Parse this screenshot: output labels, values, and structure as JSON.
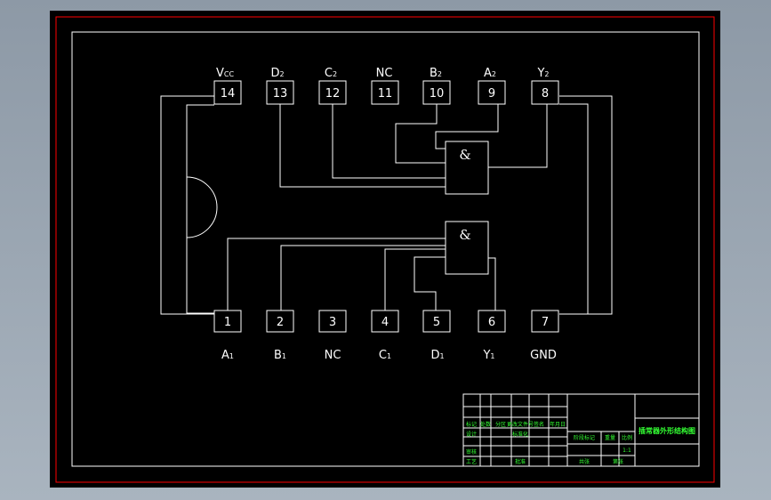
{
  "top_pins": [
    {
      "number": "14",
      "label": "V",
      "sub": "CC"
    },
    {
      "number": "13",
      "label": "D",
      "sub": "2"
    },
    {
      "number": "12",
      "label": "C",
      "sub": "2"
    },
    {
      "number": "11",
      "label": "NC",
      "sub": ""
    },
    {
      "number": "10",
      "label": "B",
      "sub": "2"
    },
    {
      "number": "9",
      "label": "A",
      "sub": "2"
    },
    {
      "number": "8",
      "label": "Y",
      "sub": "2"
    }
  ],
  "bottom_pins": [
    {
      "number": "1",
      "label": "A",
      "sub": "1"
    },
    {
      "number": "2",
      "label": "B",
      "sub": "1"
    },
    {
      "number": "3",
      "label": "NC",
      "sub": ""
    },
    {
      "number": "4",
      "label": "C",
      "sub": "1"
    },
    {
      "number": "5",
      "label": "D",
      "sub": "1"
    },
    {
      "number": "6",
      "label": "Y",
      "sub": "1"
    },
    {
      "number": "7",
      "label": "GND",
      "sub": ""
    }
  ],
  "gates": {
    "upper": "&",
    "lower": "&"
  },
  "title_block": {
    "title": "插常器外形结构图",
    "cells": {
      "mark": "标记",
      "count": "处数",
      "zone": "分区",
      "change_doc": "更改文件号",
      "signature": "签名",
      "date": "年月日",
      "design": "设计",
      "standard": "标准化",
      "stage_mark": "阶段标记",
      "weight": "重量",
      "scale": "比例",
      "scale_value": "1:1",
      "review": "审核",
      "process": "工艺",
      "approve": "批准",
      "sheets_total": "共张",
      "sheet_no": "第张"
    }
  },
  "colors": {
    "outer_background": "#a4afba",
    "sheet": "#000000",
    "border_red": "#ff0000",
    "line": "#ffffff",
    "title_text": "#33ff33",
    "title_red": "#ff3333"
  }
}
